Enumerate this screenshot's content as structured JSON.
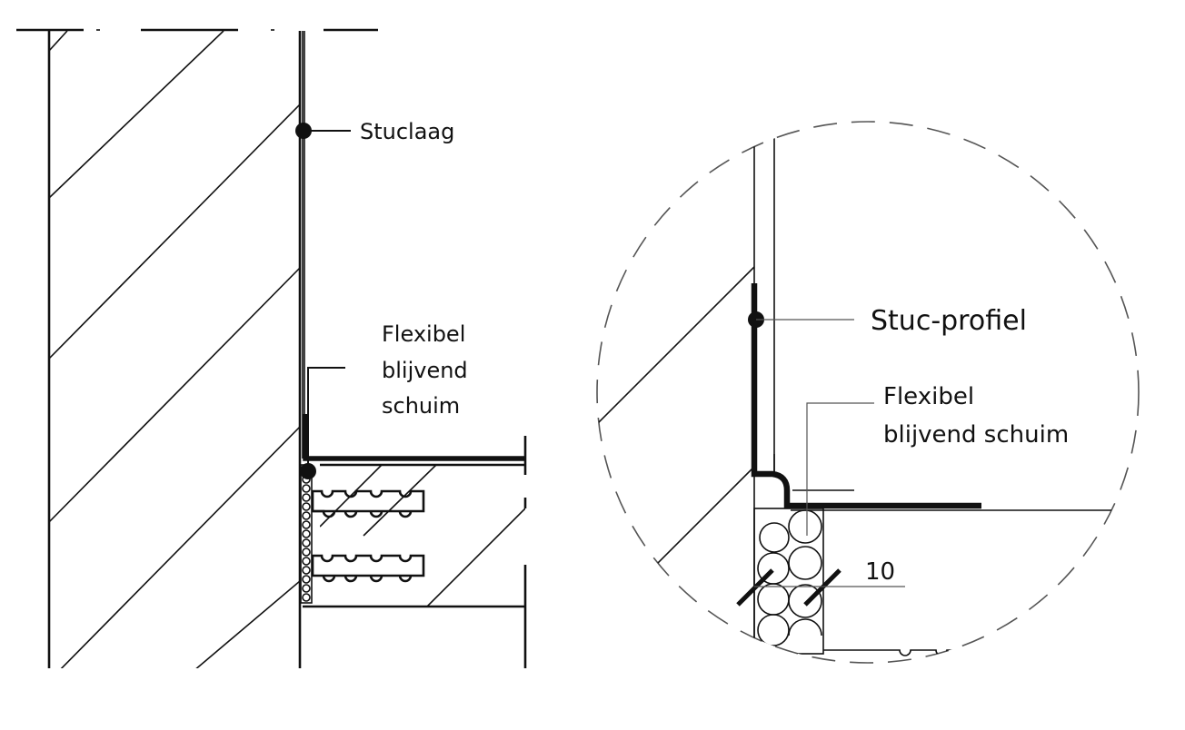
{
  "labels": {
    "stuclaag": "Stuclaag",
    "flexibel_left": [
      "Flexibel",
      "blijvend",
      "schuim"
    ],
    "stuc_profiel": "Stuc-profiel",
    "flexibel_right": [
      "Flexibel",
      "blijvend schuim"
    ],
    "dimension": "10"
  }
}
